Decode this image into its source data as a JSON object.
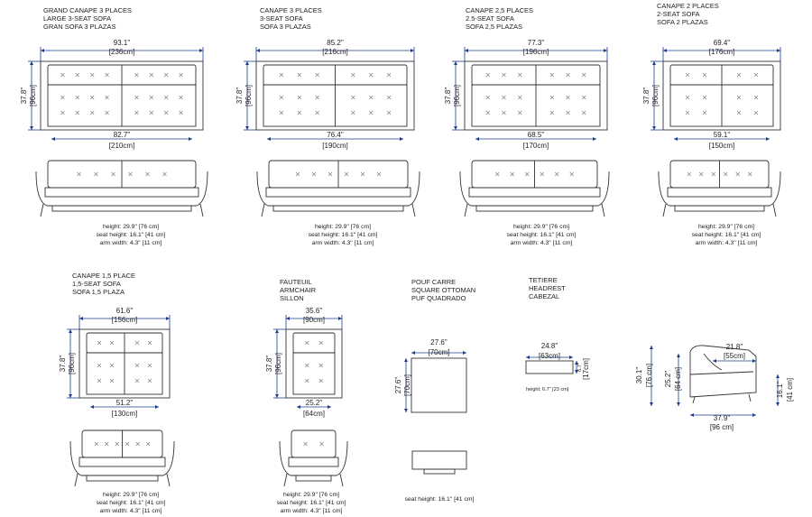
{
  "products": [
    {
      "id": "grand-canape-3-places",
      "title": [
        "GRAND CANAPE 3 PLACES",
        "LARGE 3-SEAT SOFA",
        "GRAN SOFA 3 PLAZAS"
      ],
      "width": [
        "93.1\"",
        "[236cm]"
      ],
      "depth": [
        "37.8\"",
        "[96cm]"
      ],
      "inner": [
        "82.7\"",
        "[210cm]"
      ],
      "specs": [
        "height: 29.9\" [76 cm]",
        "seat height: 16.1\" [41 cm]",
        "arm width: 4.3\" [11 cm]"
      ]
    },
    {
      "id": "canape-3-places",
      "title": [
        "CANAPE 3 PLACES",
        "3-SEAT SOFA",
        "SOFA 3 PLAZAS"
      ],
      "width": [
        "85.2\"",
        "[216cm]"
      ],
      "depth": [
        "37.8\"",
        "[96cm]"
      ],
      "inner": [
        "76.4\"",
        "[190cm]"
      ],
      "specs": [
        "height: 29.9\" [76 cm]",
        "seat height: 16.1\" [41 cm]",
        "arm width: 4.3\" [11 cm]"
      ]
    },
    {
      "id": "canape-2-5-places",
      "title": [
        "CANAPE 2,5 PLACES",
        "2.5-SEAT SOFA",
        "SOFA 2,5 PLAZAS"
      ],
      "width": [
        "77.3\"",
        "[196cm]"
      ],
      "depth": [
        "37.8\"",
        "[96cm]"
      ],
      "inner": [
        "68.5\"",
        "[170cm]"
      ],
      "specs": [
        "height: 29.9\" [76 cm]",
        "seat height: 16.1\" [41 cm]",
        "arm width: 4.3\" [11 cm]"
      ]
    },
    {
      "id": "canape-2-places",
      "title": [
        "CANAPE 2 PLACES",
        "2-SEAT SOFA",
        "SOFA 2 PLAZAS"
      ],
      "width": [
        "69.4\"",
        "[176cm]"
      ],
      "depth": [
        "37.8\"",
        "[96cm]"
      ],
      "inner": [
        "59.1\"",
        "[150cm]"
      ],
      "specs": [
        "height: 29.9\" [76 cm]",
        "seat height: 16.1\" [41 cm]",
        "arm width: 4.3\" [11 cm]"
      ]
    },
    {
      "id": "canape-1-5-place",
      "title": [
        "CANAPE 1,5 PLACE",
        "1,5-SEAT SOFA",
        "SOFA 1,5 PLAZA"
      ],
      "width": [
        "61.6\"",
        "[156cm]"
      ],
      "depth": [
        "37.8\"",
        "[96cm]"
      ],
      "inner": [
        "51.2\"",
        "[130cm]"
      ],
      "specs": [
        "height: 29.9\" [76 cm]",
        "seat height: 16.1\" [41 cm]",
        "arm width: 4.3\" [11 cm]"
      ]
    },
    {
      "id": "fauteuil",
      "title": [
        "FAUTEUIL",
        "ARMCHAIR",
        "SILLON"
      ],
      "width": [
        "35.6\"",
        "[90cm]"
      ],
      "depth": [
        "37.8\"",
        "[96cm]"
      ],
      "inner": [
        "25.2\"",
        "[64cm]"
      ],
      "specs": [
        "height: 29.9\" [76 cm]",
        "seat height: 16.1\" [41 cm]",
        "arm width: 4.3\" [11 cm]"
      ]
    },
    {
      "id": "pouf-carre",
      "title": [
        "POUF CARRE",
        "SQUARE OTTOMAN",
        "PUF QUADRADO"
      ],
      "width": [
        "27.6\"",
        "[70cm]"
      ],
      "depth": [
        "27.6\"",
        "[70cm]"
      ],
      "specs": [
        "seat height: 16.1\" [41 cm]"
      ]
    },
    {
      "id": "tetiere",
      "title": [
        "TETIERE",
        "HEADREST",
        "CABEZAL"
      ],
      "width": [
        "24.8\"",
        "[63cm]"
      ],
      "depth": [
        "6.7\"",
        "[17cm]"
      ],
      "specs": [
        "height: 6.7\" [23 cm]"
      ]
    }
  ],
  "side_view": {
    "height": [
      "30.1\"",
      "[76 cm]"
    ],
    "inner_height": [
      "25.2\"",
      "[64 cm]"
    ],
    "seat_height": [
      "16.1\"",
      "[41 cm]"
    ],
    "seat_depth": [
      "21.8\"",
      "[55cm]"
    ],
    "depth": [
      "37.9\"",
      "[96 cm]"
    ]
  }
}
